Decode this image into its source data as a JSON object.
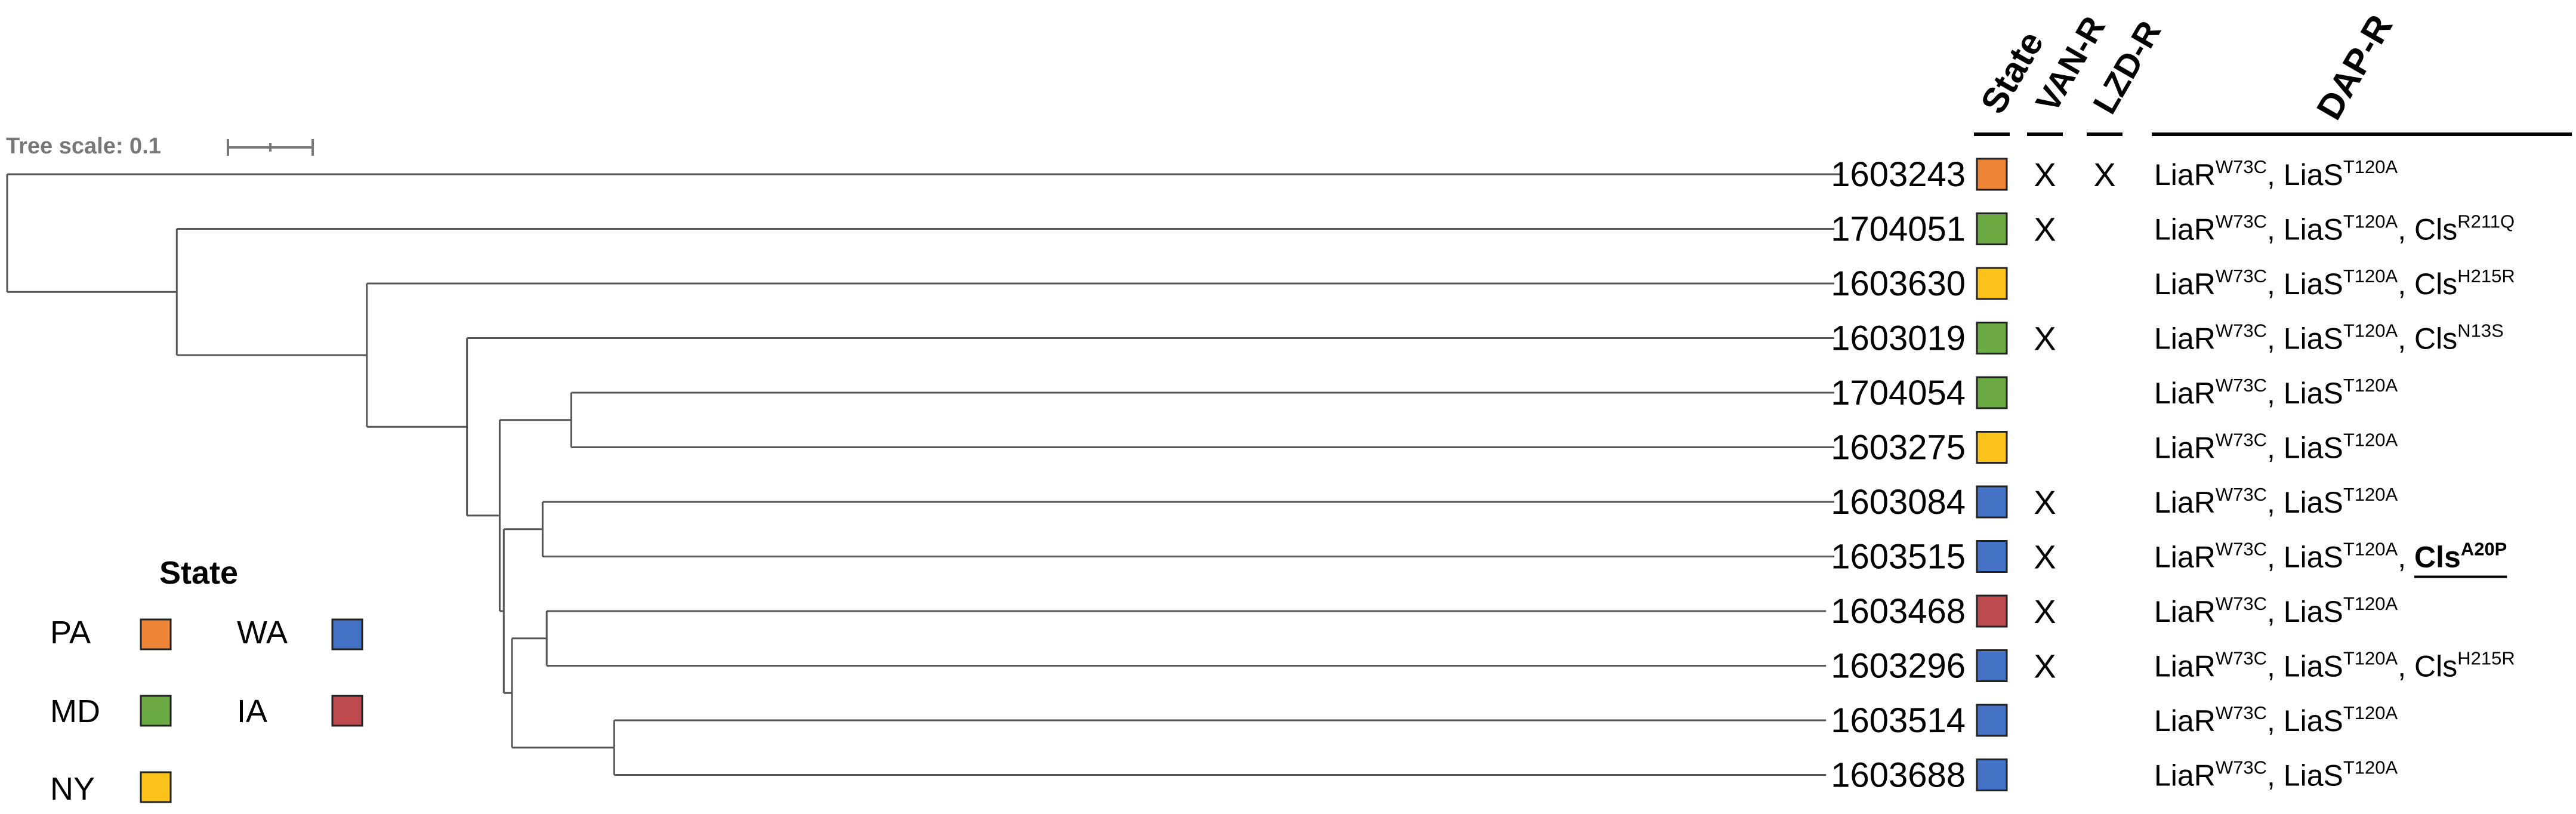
{
  "tree_scale": {
    "label": "Tree scale: 0.1"
  },
  "column_headers": {
    "state": "State",
    "van_r": "VAN-R",
    "lzd_r": "LZD-R",
    "dap_r": "DAP-R"
  },
  "colors": {
    "PA": "#EE8435",
    "MD": "#6BAA43",
    "NY": "#FCC21C",
    "WA": "#4472C4",
    "IA": "#BE4B50",
    "branch": "#555555",
    "scale": "#777777"
  },
  "legend": {
    "title": "State",
    "items": [
      {
        "code": "PA"
      },
      {
        "code": "WA"
      },
      {
        "code": "MD"
      },
      {
        "code": "IA"
      },
      {
        "code": "NY"
      }
    ]
  },
  "leaves": [
    {
      "id": "1603243",
      "state": "PA",
      "van_r": "X",
      "lzd_r": "X",
      "dap_r": [
        {
          "b": "LiaR",
          "s": "W73C"
        },
        {
          "b": "LiaS",
          "s": "T120A"
        }
      ]
    },
    {
      "id": "1704051",
      "state": "MD",
      "van_r": "X",
      "lzd_r": "",
      "dap_r": [
        {
          "b": "LiaR",
          "s": "W73C"
        },
        {
          "b": "LiaS",
          "s": "T120A"
        },
        {
          "b": "Cls",
          "s": "R211Q"
        }
      ]
    },
    {
      "id": "1603630",
      "state": "NY",
      "van_r": "",
      "lzd_r": "",
      "dap_r": [
        {
          "b": "LiaR",
          "s": "W73C"
        },
        {
          "b": "LiaS",
          "s": "T120A"
        },
        {
          "b": "Cls",
          "s": "H215R"
        }
      ]
    },
    {
      "id": "1603019",
      "state": "MD",
      "van_r": "X",
      "lzd_r": "",
      "dap_r": [
        {
          "b": "LiaR",
          "s": "W73C"
        },
        {
          "b": "LiaS",
          "s": "T120A"
        },
        {
          "b": "Cls",
          "s": "N13S"
        }
      ]
    },
    {
      "id": "1704054",
      "state": "MD",
      "van_r": "",
      "lzd_r": "",
      "dap_r": [
        {
          "b": "LiaR",
          "s": "W73C"
        },
        {
          "b": "LiaS",
          "s": "T120A"
        }
      ]
    },
    {
      "id": "1603275",
      "state": "NY",
      "van_r": "",
      "lzd_r": "",
      "dap_r": [
        {
          "b": "LiaR",
          "s": "W73C"
        },
        {
          "b": "LiaS",
          "s": "T120A"
        }
      ]
    },
    {
      "id": "1603084",
      "state": "WA",
      "van_r": "X",
      "lzd_r": "",
      "dap_r": [
        {
          "b": "LiaR",
          "s": "W73C"
        },
        {
          "b": "LiaS",
          "s": "T120A"
        }
      ]
    },
    {
      "id": "1603515",
      "state": "WA",
      "van_r": "X",
      "lzd_r": "",
      "dap_r": [
        {
          "b": "LiaR",
          "s": "W73C"
        },
        {
          "b": "LiaS",
          "s": "T120A"
        },
        {
          "b": "Cls",
          "s": "A20P",
          "em": true
        }
      ]
    },
    {
      "id": "1603468",
      "state": "IA",
      "van_r": "X",
      "lzd_r": "",
      "dap_r": [
        {
          "b": "LiaR",
          "s": "W73C"
        },
        {
          "b": "LiaS",
          "s": "T120A"
        }
      ]
    },
    {
      "id": "1603296",
      "state": "WA",
      "van_r": "X",
      "lzd_r": "",
      "dap_r": [
        {
          "b": "LiaR",
          "s": "W73C"
        },
        {
          "b": "LiaS",
          "s": "T120A"
        },
        {
          "b": "Cls",
          "s": "H215R"
        }
      ]
    },
    {
      "id": "1603514",
      "state": "WA",
      "van_r": "",
      "lzd_r": "",
      "dap_r": [
        {
          "b": "LiaR",
          "s": "W73C"
        },
        {
          "b": "LiaS",
          "s": "T120A"
        }
      ]
    },
    {
      "id": "1603688",
      "state": "WA",
      "van_r": "",
      "lzd_r": "",
      "dap_r": [
        {
          "b": "LiaR",
          "s": "W73C"
        },
        {
          "b": "LiaS",
          "s": "T120A"
        }
      ]
    }
  ],
  "tree": {
    "children": [
      {
        "leaf": 0,
        "bl": 0.897
      },
      {
        "bl": 0.083,
        "children": [
          {
            "leaf": 1,
            "bl": 0.811
          },
          {
            "bl": 0.093,
            "children": [
              {
                "leaf": 2,
                "bl": 0.718
              },
              {
                "bl": 0.049,
                "children": [
                  {
                    "leaf": 3,
                    "bl": 0.669
                  },
                  {
                    "bl": 0.016,
                    "children": [
                      {
                        "bl": 0.035,
                        "children": [
                          {
                            "leaf": 4,
                            "bl": 0.618
                          },
                          {
                            "leaf": 5,
                            "bl": 0.618
                          }
                        ]
                      },
                      {
                        "bl": 0.002,
                        "children": [
                          {
                            "bl": 0.019,
                            "children": [
                              {
                                "leaf": 6,
                                "bl": 0.632
                              },
                              {
                                "leaf": 7,
                                "bl": 0.632
                              }
                            ]
                          },
                          {
                            "bl": 0.004,
                            "children": [
                              {
                                "bl": 0.017,
                                "children": [
                                  {
                                    "leaf": 8,
                                    "bl": 0.626
                                  },
                                  {
                                    "leaf": 9,
                                    "bl": 0.626
                                  }
                                ]
                              },
                              {
                                "bl": 0.05,
                                "children": [
                                  {
                                    "leaf": 10,
                                    "bl": 0.593
                                  },
                                  {
                                    "leaf": 11,
                                    "bl": 0.593
                                  }
                                ]
                              }
                            ]
                          }
                        ]
                      }
                    ]
                  }
                ]
              }
            ]
          }
        ]
      }
    ]
  }
}
